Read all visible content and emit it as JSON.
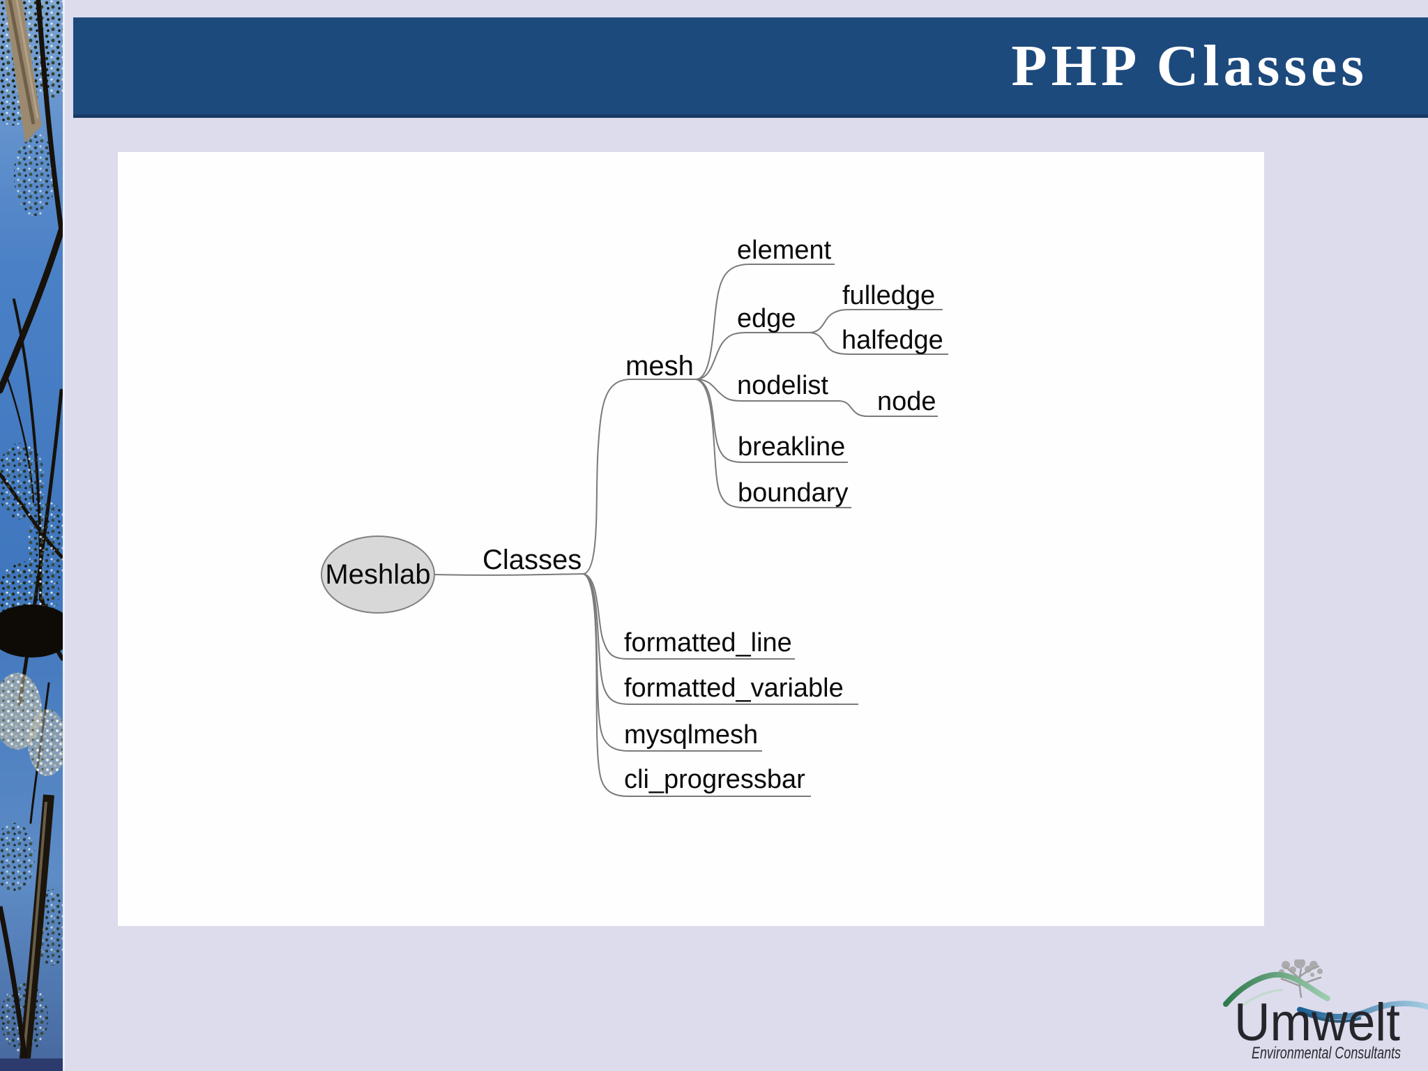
{
  "slide": {
    "title": "PHP Classes"
  },
  "diagram": {
    "root": "Meshlab",
    "branch": "Classes",
    "nodes": {
      "mesh": "mesh",
      "element": "element",
      "edge": "edge",
      "fulledge": "fulledge",
      "halfedge": "halfedge",
      "nodelist": "nodelist",
      "node": "node",
      "breakline": "breakline",
      "boundary": "boundary",
      "formatted_line": "formatted_line",
      "formatted_variable": "formatted_variable",
      "mysqlmesh": "mysqlmesh",
      "cli_progressbar": "cli_progressbar"
    },
    "hierarchy": {
      "Meshlab": {
        "Classes": {
          "mesh": {
            "element": {},
            "edge": {
              "fulledge": {},
              "halfedge": {}
            },
            "nodelist": {
              "node": {}
            },
            "breakline": {},
            "boundary": {}
          },
          "formatted_line": {},
          "formatted_variable": {},
          "mysqlmesh": {},
          "cli_progressbar": {}
        }
      }
    },
    "colors": {
      "line": "#7a7a7a",
      "root_fill": "#d8d8d8",
      "text": "#0a0a0a"
    }
  },
  "logo": {
    "brand": "Umwelt",
    "tagline": "Environmental Consultants"
  },
  "theme": {
    "header_blue": "#1d4a7d",
    "background_lavender": "#dcdcec",
    "panel_white": "#fdfefd"
  }
}
